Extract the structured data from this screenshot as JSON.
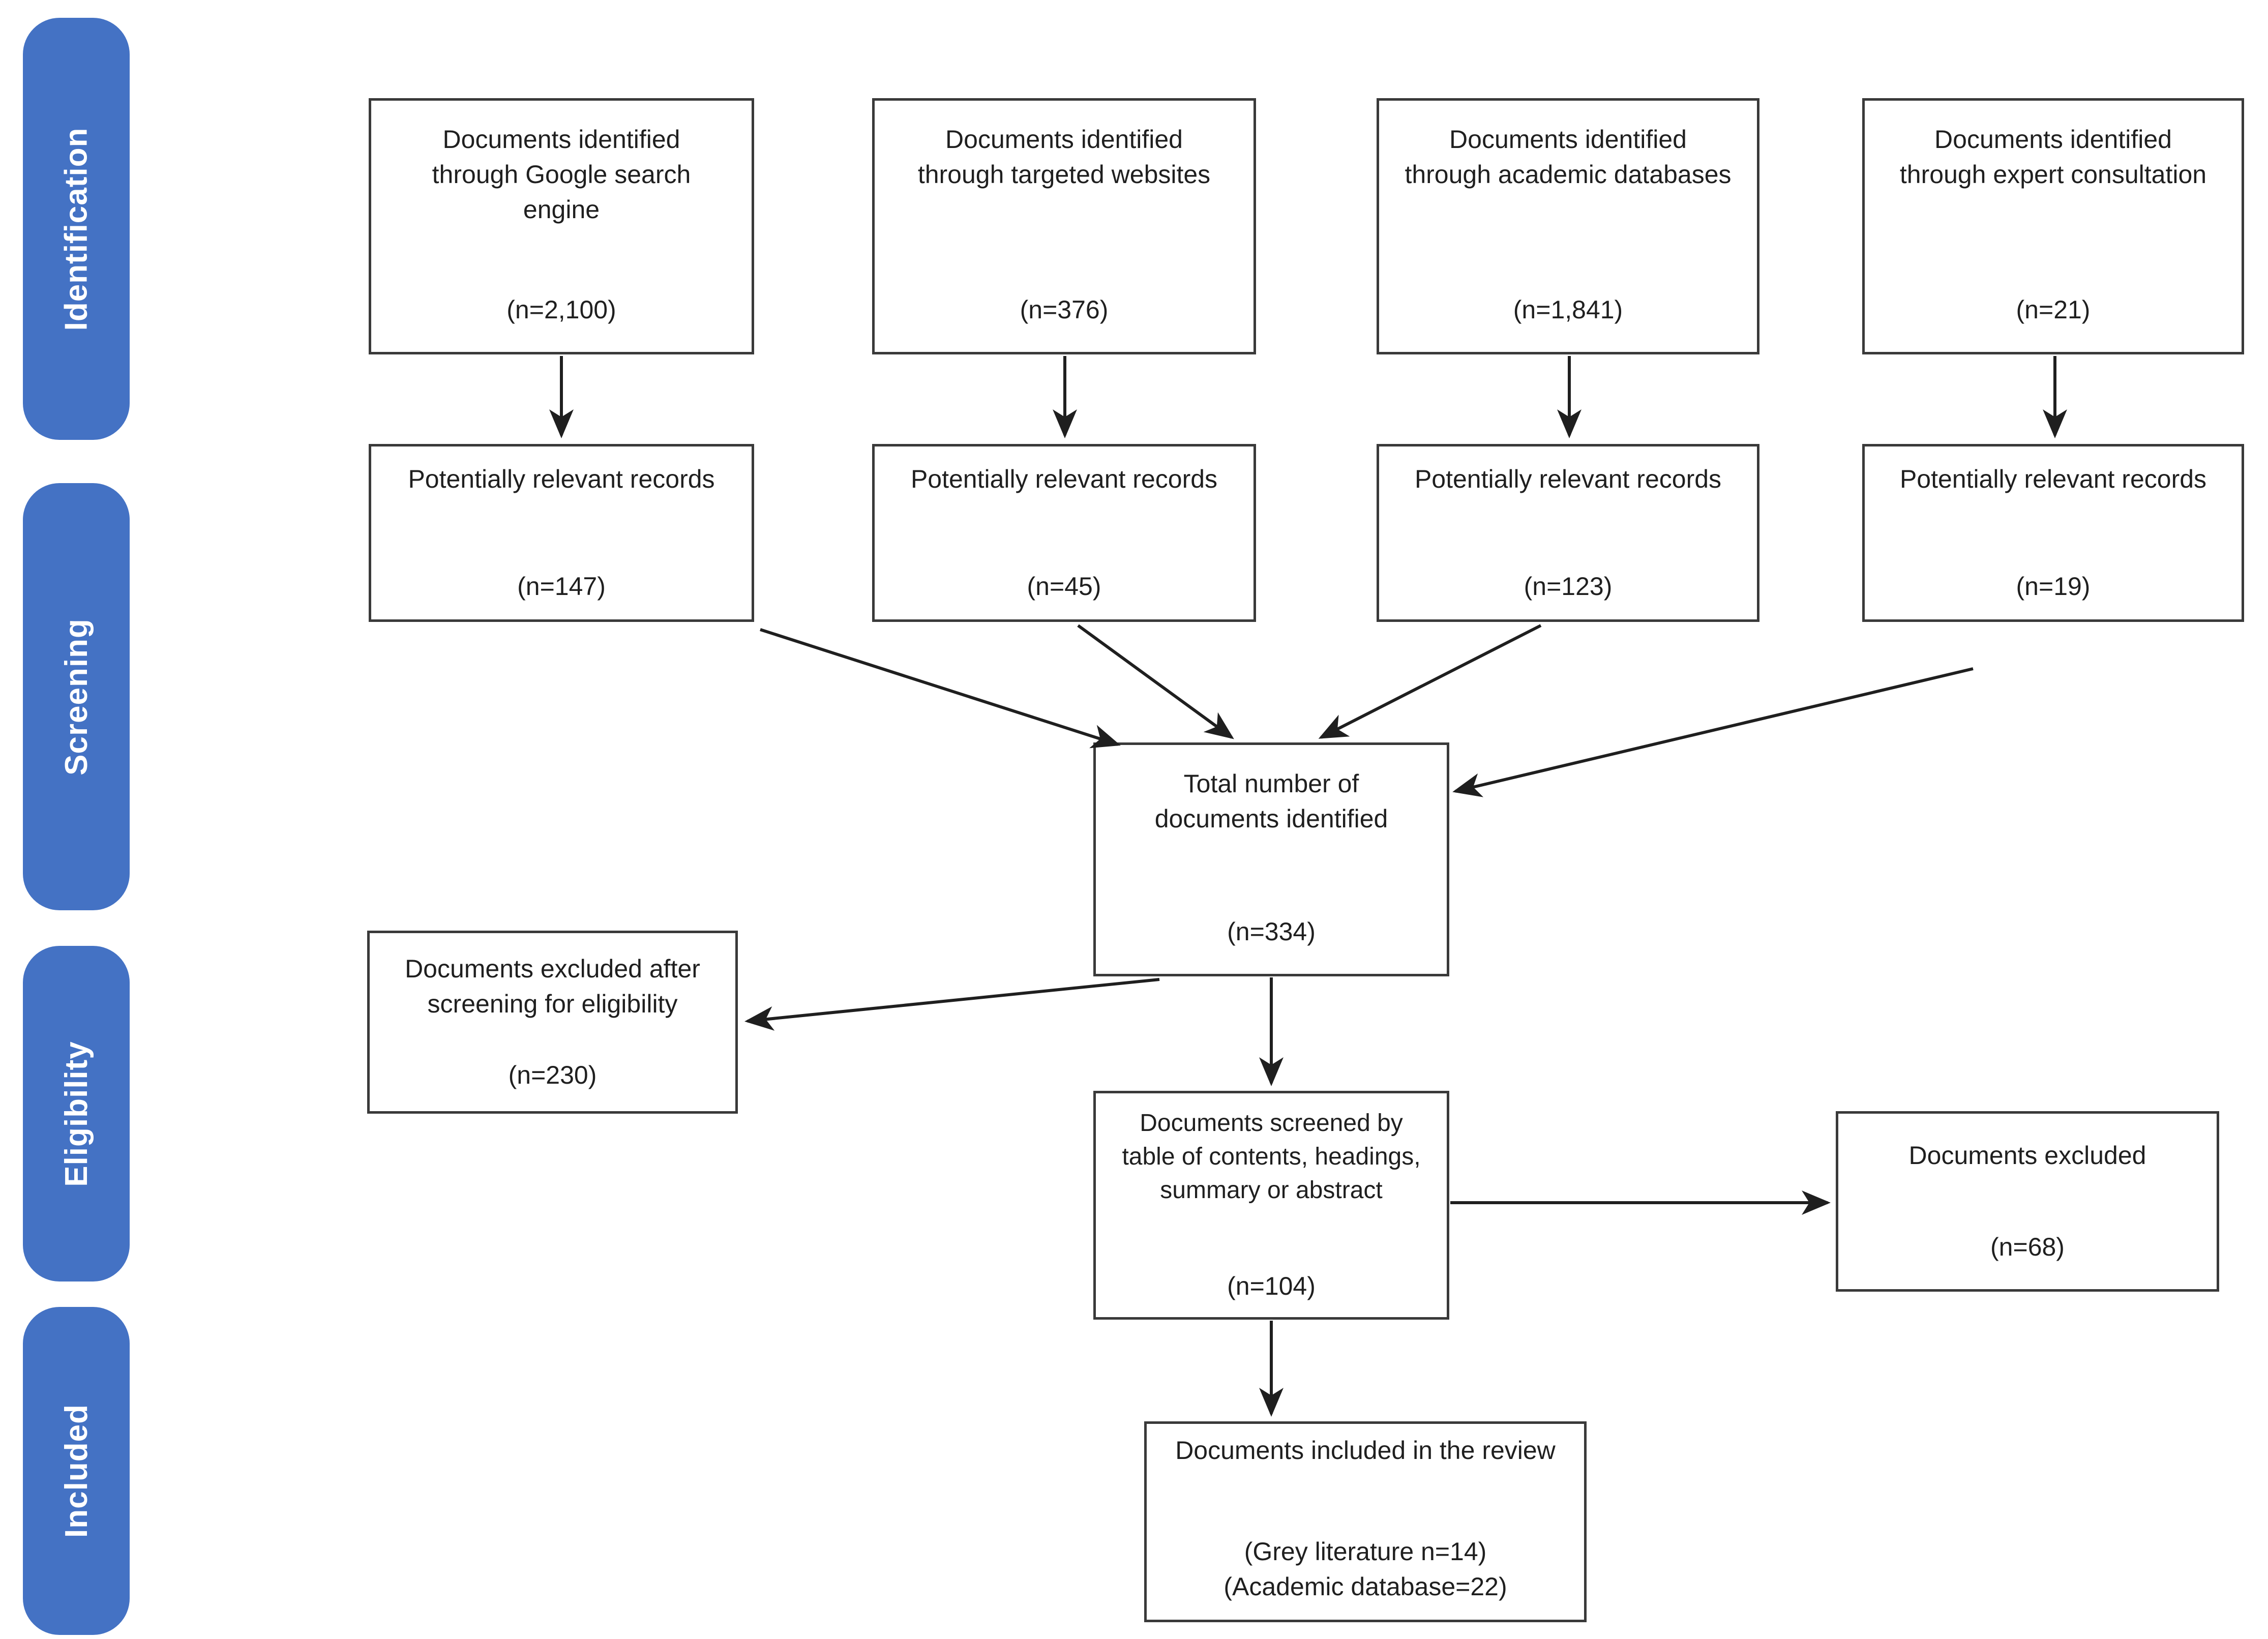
{
  "colors": {
    "accent": "#4472C4",
    "ink": "#1f1f1f"
  },
  "sidebar": {
    "stages": [
      {
        "label": "Identification"
      },
      {
        "label": "Screening"
      },
      {
        "label": "Eligibility"
      },
      {
        "label": "Included"
      }
    ]
  },
  "flow": {
    "sources": [
      {
        "title": "Documents identified through Google search engine",
        "count": "(n=2,100)"
      },
      {
        "title": "Documents identified through targeted websites",
        "count": "(n=376)"
      },
      {
        "title": "Documents identified through academic databases",
        "count": "(n=1,841)"
      },
      {
        "title": "Documents identified through expert consultation",
        "count": "(n=21)"
      }
    ],
    "relevant": [
      {
        "title": "Potentially relevant records",
        "count": "(n=147)"
      },
      {
        "title": "Potentially relevant records",
        "count": "(n=45)"
      },
      {
        "title": "Potentially relevant records",
        "count": "(n=123)"
      },
      {
        "title": "Potentially relevant records",
        "count": "(n=19)"
      }
    ],
    "total": {
      "title": "Total number of documents identified",
      "count": "(n=334)"
    },
    "excluded_screening": {
      "title": "Documents excluded after screening for eligibility",
      "count": "(n=230)"
    },
    "screened": {
      "title": "Documents screened by table of contents, headings, summary or abstract",
      "count": "(n=104)"
    },
    "excluded": {
      "title": "Documents excluded",
      "count": "(n=68)"
    },
    "included": {
      "title": "Documents included in the review",
      "count_lines": [
        "(Grey literature n=14)",
        "(Academic database=22)"
      ]
    }
  }
}
